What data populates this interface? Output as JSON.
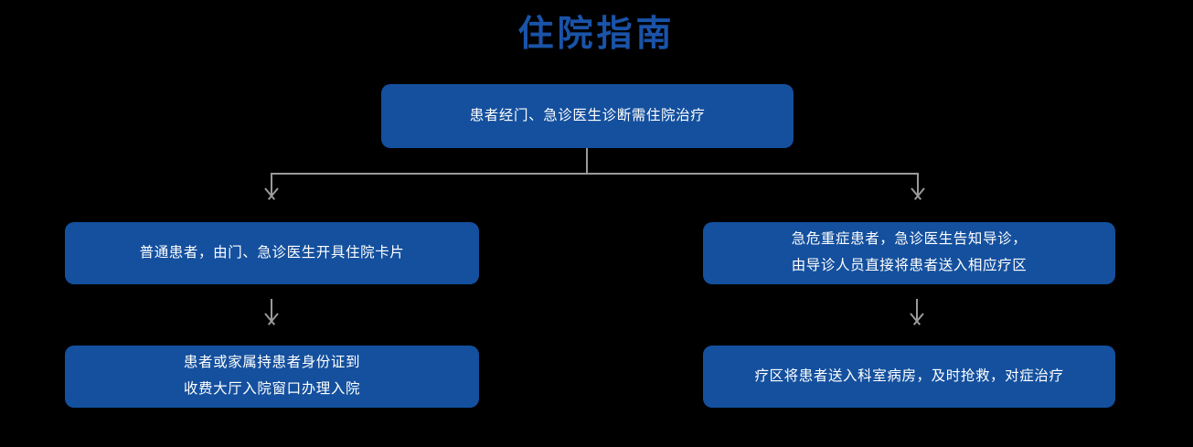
{
  "page": {
    "title": "住院指南",
    "background_color": "#000000",
    "title_color": "#1a53a8",
    "node_color": "#14509e",
    "node_text_color": "#ffffff",
    "connector_color": "#9a9a9a"
  },
  "chart_data": {
    "type": "diagram",
    "diagram_kind": "flowchart",
    "title": "住院指南",
    "orientation": "top-down",
    "nodes": [
      {
        "id": "root",
        "label": "患者经门、急诊医生诊断需住院治疗",
        "row": 1,
        "column": "center"
      },
      {
        "id": "left-1",
        "label": "普通患者，由门、急诊医生开具住院卡片",
        "row": 2,
        "column": "left"
      },
      {
        "id": "right-1",
        "label": "急危重症患者，急诊医生告知导诊，\n由导诊人员直接将患者送入相应疗区",
        "row": 2,
        "column": "right"
      },
      {
        "id": "left-2",
        "label": "患者或家属持患者身份证到\n收费大厅入院窗口办理入院",
        "row": 3,
        "column": "left"
      },
      {
        "id": "right-2",
        "label": "疗区将患者送入科室病房，及时抢救，对症治疗",
        "row": 3,
        "column": "right"
      }
    ],
    "edges": [
      {
        "from": "root",
        "to": "left-1",
        "style": "elbow-arrow"
      },
      {
        "from": "root",
        "to": "right-1",
        "style": "elbow-arrow"
      },
      {
        "from": "left-1",
        "to": "left-2",
        "style": "straight-arrow"
      },
      {
        "from": "right-1",
        "to": "right-2",
        "style": "straight-arrow"
      }
    ]
  }
}
